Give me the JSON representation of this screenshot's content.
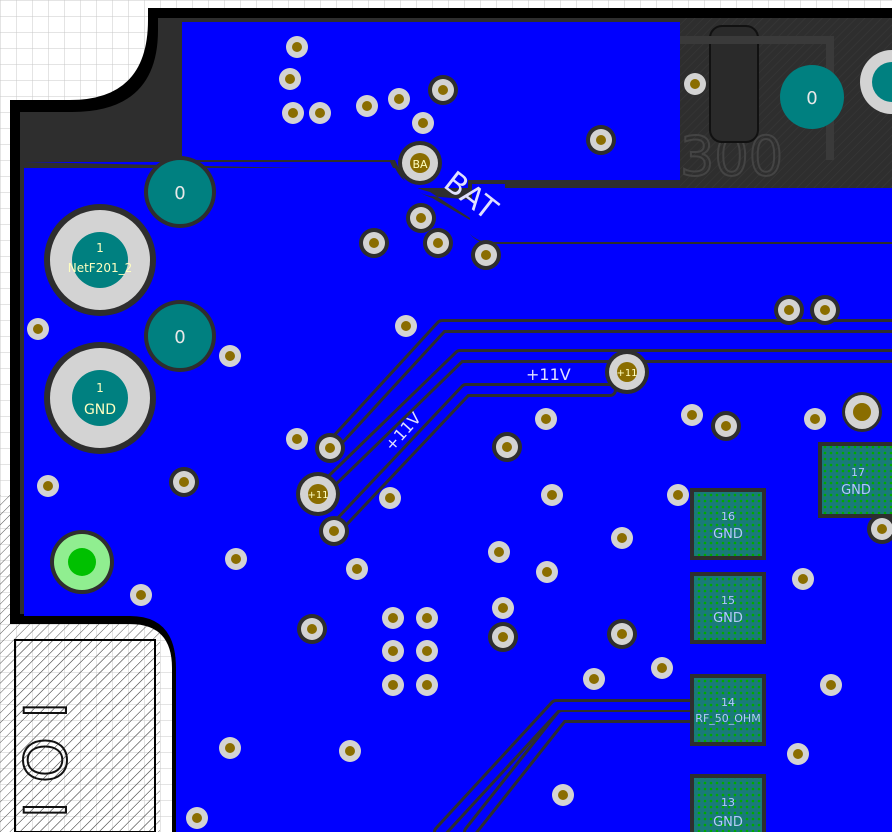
{
  "colors": {
    "background": "#ffffff",
    "grid": "#c8c8c8",
    "board_outline": "#000000",
    "copper_pour": "#0000ff",
    "clearance": "#2e2e2e",
    "track": "#0000ff",
    "via_ring": "#d3d3d3",
    "via_drill": "#8a6d00",
    "pad_teal": "#008080",
    "pad_green_outer": "#90ee90",
    "pad_green_inner": "#00c000",
    "smd_pad": "#1a7a7a",
    "smd_dot": "#00aa00",
    "silk_text": "#e0e0ff",
    "pad_label": "#ffffc0",
    "smd_label": "#b4c8ff"
  },
  "labels": {
    "bat_net": "BAT",
    "bat_via": "BA",
    "net_11v": "+11V",
    "net_11v_diag": "+11V",
    "via_11v": "+11",
    "silk_300": "300",
    "silk_edge": "I O I"
  },
  "pads": {
    "mount_top": "0",
    "mount_mid": "0",
    "mount_right": "0",
    "terminal_1_num": "1",
    "terminal_1_net": "NetF201_2",
    "terminal_2_num": "1",
    "terminal_2_net": "GND"
  },
  "smd_pads": [
    {
      "num": "16",
      "net": "GND"
    },
    {
      "num": "15",
      "net": "GND"
    },
    {
      "num": "14",
      "net": "RF_50_OHM"
    },
    {
      "num": "13",
      "net": "GND"
    },
    {
      "num": "17",
      "net": "GND"
    }
  ]
}
